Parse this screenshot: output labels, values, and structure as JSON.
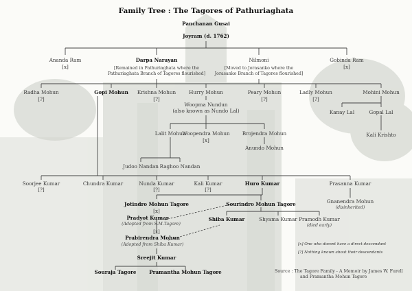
{
  "title": "Family Tree : The Tagores of Pathuriaghata",
  "people": {
    "panchanan": "Panchanan Gusai",
    "joyram": "Joyram (d. 1762)",
    "ananda": "Ananda Ram",
    "ananda_mark": "[x]",
    "darpa": "Darpa Narayan",
    "darpa_note1": "[Remained in Pathuriaghata where the",
    "darpa_note2": "Pathuriaghata Branch of Tagores flourished]",
    "nilmoni": "Nilmoni",
    "nilmoni_note1": "[Moved to Jorasanko where the",
    "nilmoni_note2": "Jorasanko Branch of Tagores flourished]",
    "gobinda": "Gobinda Ram",
    "gobinda_mark": "[x]",
    "radha": "Radha Mohun",
    "radha_mark": "[?]",
    "gopi": "Gopi Mohun",
    "krishna": "Krishna Mohun",
    "krishna_mark": "[?]",
    "hurry": "Hurry Mohun",
    "peary": "Peary Mohun",
    "peary_mark": "[?]",
    "ladly": "Ladly Mohun",
    "ladly_mark": "[?]",
    "mohini": "Mohini Mohun",
    "woopma1": "Woopma Nundun",
    "woopma2": "(also known as Nundo Lal)",
    "kanay": "Kanay Lal",
    "gopal": "Gopal Lal",
    "kali_krishto": "Kali Krishto",
    "lalit": "Lalit Mohun",
    "woopendra": "Woopendra Mohun",
    "woopendra_mark": "[x]",
    "brojendra": "Brojendra Mohun",
    "anundo": "Anundo Mohun",
    "judoo": "Judoo Nandan",
    "raghoo": "Raghoo Nandan",
    "soorjee": "Soorjee Kumar",
    "soorjee_mark": "[?]",
    "chundra": "Chundra Kumar",
    "nunda": "Nunda Kumar",
    "nunda_mark": "[?]",
    "kali_kumar": "Kali Kumar",
    "kali_kumar_mark": "[?]",
    "huro": "Huro Kumar",
    "prasanna": "Prasanna Kumar",
    "jotindro": "Jotindro Mohun Tagore",
    "jotindro_mark": "[x]",
    "sourindro": "Sourindro Mohun Tagore",
    "gnanendra": "Gnanendra Mohun",
    "gnanendra_note": "(disinherited)",
    "pradyot": "Pradyot Kumar",
    "pradyot_note": "(Adopted from S.M.Tagore)",
    "pradyot_mark": "[x]",
    "shiba": "Shiba Kumar",
    "shyama": "Shyama Kumar",
    "pramodh": "Pramodh Kumar",
    "pramodh_note": "(died early)",
    "prabirendra": "Prabirendra Mohun",
    "prabirendra_note": "(Adopted from Shiba Kumar)",
    "sreejit": "Sreejit Kumar",
    "souraja": "Souraja Tagore",
    "pramantha": "Pramantha Mohun Tagore"
  },
  "legend": {
    "x": "[x]  One who doesnt have a direct descendant",
    "q": "[?]  Nothing known about their descendants"
  },
  "source": {
    "line1": "Source : The Tagore Family - A Memoir by James W. Furell",
    "line2": "and Pramantha Mohun Tagore"
  }
}
